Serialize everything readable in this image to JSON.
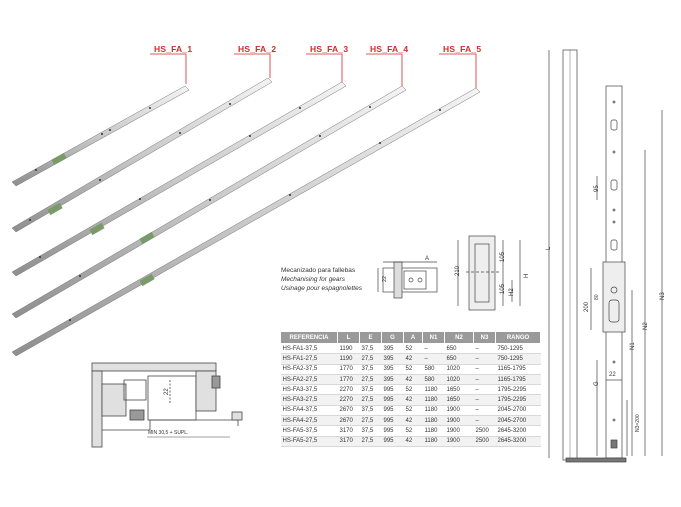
{
  "models": [
    {
      "label": "HS_FA_1"
    },
    {
      "label": "HS_FA_2"
    },
    {
      "label": "HS_FA_3"
    },
    {
      "label": "HS_FA_4"
    },
    {
      "label": "HS_FA_5"
    }
  ],
  "mechanising": {
    "es": "Mecanizado para fallebas",
    "en": "Mechanising for gears",
    "fr": "Usinage pour espagnolettes"
  },
  "profile": {
    "dim_22": "22",
    "note": "MIN 30,5 + SUPL."
  },
  "gear_detail": {
    "a": "A",
    "b": "22",
    "c": "210",
    "d": "105",
    "e": "105",
    "h": "H",
    "h2": "H2"
  },
  "side_drawing": {
    "dim_95": "95",
    "dim_200": "200",
    "dim_80": "80",
    "dim_22": "22",
    "l": "L",
    "n1": "N1",
    "n2": "N2",
    "n3": "N3",
    "g": "G",
    "n3_min": "N3=200"
  },
  "table": {
    "headers": [
      "REFERENCIA",
      "L",
      "E",
      "G",
      "A",
      "N1",
      "N2",
      "N3",
      "RANGO"
    ],
    "rows": [
      [
        "HS-FA1-37,5",
        "1190",
        "37,5",
        "395",
        "52",
        "–",
        "650",
        "–",
        "750-1295"
      ],
      [
        "HS-FA1-27,5",
        "1190",
        "27,5",
        "395",
        "42",
        "–",
        "650",
        "–",
        "750-1295"
      ],
      [
        "HS-FA2-37,5",
        "1770",
        "37,5",
        "395",
        "52",
        "580",
        "1020",
        "–",
        "1165-1795"
      ],
      [
        "HS-FA2-27,5",
        "1770",
        "27,5",
        "395",
        "42",
        "580",
        "1020",
        "–",
        "1165-1795"
      ],
      [
        "HS-FA3-37,5",
        "2270",
        "37,5",
        "995",
        "52",
        "1180",
        "1650",
        "–",
        "1795-2295"
      ],
      [
        "HS-FA3-27,5",
        "2270",
        "27,5",
        "995",
        "42",
        "1180",
        "1650",
        "–",
        "1795-2295"
      ],
      [
        "HS-FA4-37,5",
        "2670",
        "37,5",
        "995",
        "52",
        "1180",
        "1900",
        "–",
        "2045-2700"
      ],
      [
        "HS-FA4-27,5",
        "2670",
        "27,5",
        "995",
        "42",
        "1180",
        "1900",
        "–",
        "2045-2700"
      ],
      [
        "HS-FA5-37,5",
        "3170",
        "37,5",
        "995",
        "52",
        "1180",
        "1900",
        "2500",
        "2645-3200"
      ],
      [
        "HS-FA5-27,5",
        "3170",
        "27,5",
        "995",
        "42",
        "1180",
        "1900",
        "2500",
        "2645-3200"
      ]
    ]
  }
}
